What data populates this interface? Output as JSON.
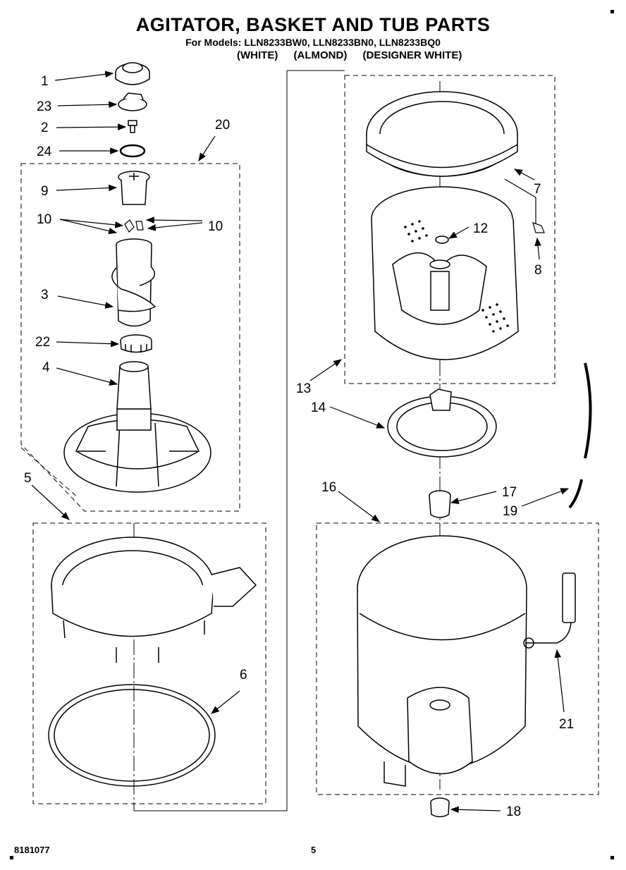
{
  "header": {
    "title": "AGITATOR, BASKET AND TUB PARTS",
    "models_line": "For Models: LLN8233BW0, LLN8233BN0, LLN8233BQ0",
    "colors": [
      "(WHITE)",
      "(ALMOND)",
      "(DESIGNER WHITE)"
    ]
  },
  "callouts": {
    "c1": "1",
    "c23": "23",
    "c2": "2",
    "c24": "24",
    "c20": "20",
    "c9": "9",
    "c10a": "10",
    "c10b": "10",
    "c3": "3",
    "c22": "22",
    "c4": "4",
    "c5": "5",
    "c6": "6",
    "c7": "7",
    "c12": "12",
    "c8": "8",
    "c13": "13",
    "c14": "14",
    "c16": "16",
    "c17": "17",
    "c19": "19",
    "c21": "21",
    "c18": "18"
  },
  "footer": {
    "doc_number": "8181077",
    "page_number": "5"
  }
}
